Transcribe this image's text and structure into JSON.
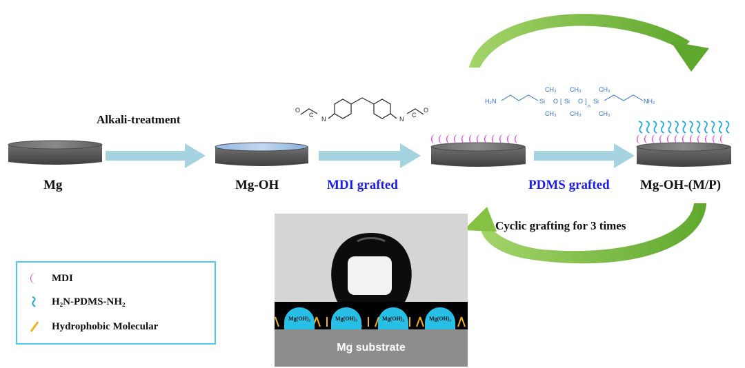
{
  "labels": {
    "alkali_treatment": "Alkali-treatment",
    "mg": "Mg",
    "mg_oh": "Mg-OH",
    "mdi_grafted": "MDI grafted",
    "pdms_grafted": "PDMS grafted",
    "mg_oh_mp": "Mg-OH-(M/P)",
    "cyclic_grafting": "Cyclic grafting for 3 times"
  },
  "legend": {
    "items": [
      {
        "label": "MDI",
        "icon": "mdi-crescent-icon",
        "color": "#e040e0"
      },
      {
        "label": "H₂N-PDMS-NH₂",
        "icon": "pdms-squiggle-icon",
        "color": "#1aa9e0"
      },
      {
        "label": "Hydrophobic Molecular",
        "icon": "hydrophobic-stick-icon",
        "color": "#f3b21b"
      }
    ]
  },
  "structures": {
    "pdms": {
      "h2n": "H₂N",
      "nh2": "NH₂",
      "si": "Si",
      "o": "O",
      "ch3": "CH₃",
      "n": "n"
    },
    "mdi": {
      "o": "O",
      "c": "C",
      "n": "N"
    }
  },
  "inset": {
    "substrate_label": "Mg substrate",
    "particle_label": "Mg(OH)₂",
    "particle_count": 4
  },
  "colors": {
    "arrow": "#a6d3e0",
    "disk_top": "#6e6e6e",
    "disk_side": "#555555",
    "coated_top": "#a9c4e6",
    "mdi": "#e040e0",
    "pdms": "#1aa9e0",
    "cycle_arrow": "#86c241",
    "label_blue": "#1d1de8"
  }
}
